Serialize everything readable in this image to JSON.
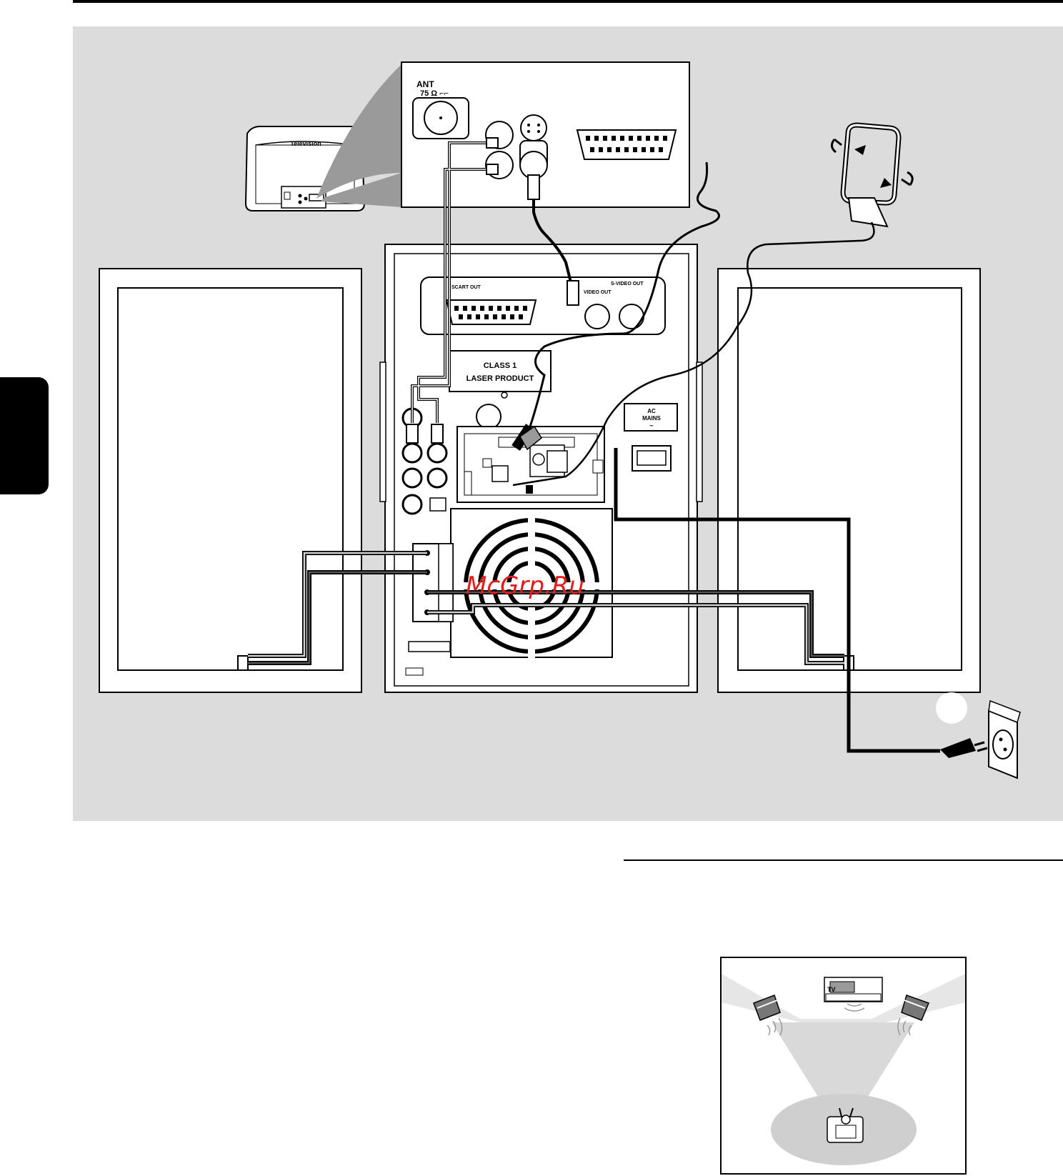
{
  "diagram": {
    "tv": {
      "label": "Television",
      "ant_label": "ANT",
      "ohm_label": "75 Ω ⌐⌐"
    },
    "unit": {
      "scart_out_label": "SCART OUT",
      "video_out_label": "VIDEO OUT",
      "s_video_out_label": "S-VIDEO OUT",
      "laser_line1": "CLASS 1",
      "laser_line2": "LASER PRODUCT",
      "ac_mains_line1": "AC",
      "ac_mains_line2": "MAINS",
      "ac_symbol": "~"
    },
    "watermark": "McGrp.Ru"
  },
  "placement": {
    "tv_label": "TV"
  },
  "colors": {
    "panel": "#dcdcdc",
    "watermark": "#e31b1b",
    "floor_shade": "#cfcfcf"
  }
}
